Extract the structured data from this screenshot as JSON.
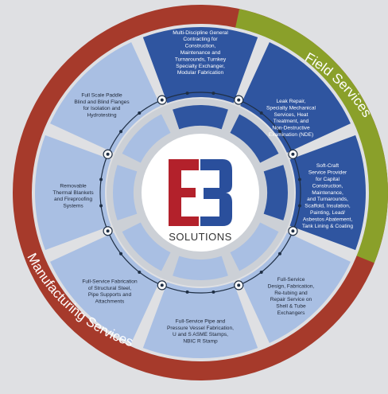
{
  "colors": {
    "background": "#dfe0e3",
    "outer_ring_red": "#a63a2b",
    "outer_ring_green": "#8aa02a",
    "panel_light": "#a9bfe3",
    "panel_dark": "#2f55a0",
    "hub_gray": "#ccd0d6",
    "logo_red": "#b3212b",
    "logo_blue": "#2a4f9c",
    "connector": "#1f2f45"
  },
  "outer_labels": {
    "field": "Field Services",
    "manufacturing": "Manufacturing Services"
  },
  "logo": {
    "wordmark": "SOLUTIONS"
  },
  "segments": [
    {
      "id": "top",
      "text": [
        "Multi-Discipline General",
        "Contracting for",
        "Construction,",
        "Maintenance and",
        "Turnarounds, Turnkey",
        "Specialty Exchanger,",
        "Modular Fabrication"
      ]
    },
    {
      "id": "upper-right",
      "text": [
        "Leak Repair,",
        "Specialty Mechanical",
        "Services, Heat",
        "Treatment, and",
        "Non-Destructive",
        "Examination (NDE)"
      ]
    },
    {
      "id": "right",
      "text": [
        "Soft-Craft",
        "Service Provider",
        "for Capital",
        "Construction,",
        "Maintenance,",
        "and Turnarounds,",
        "Scaffold, Insulation,",
        "Painting, Lead/",
        "Asbestos Abatement,",
        "Tank Lining & Coating"
      ]
    },
    {
      "id": "lower-right",
      "text": [
        "Full-Service",
        "Design, Fabrication,",
        "Re-tubing and",
        "Repair Service on",
        "Shell & Tube",
        "Exchangers"
      ]
    },
    {
      "id": "bottom",
      "text": [
        "Full-Service Pipe and",
        "Pressure Vessel Fabrication,",
        "U and S ASME Stamps,",
        "NBIC R Stamp"
      ]
    },
    {
      "id": "lower-left",
      "text": [
        "Full-Service Fabrication",
        "of Structural Steel,",
        "Pipe Supports and",
        "Attachments"
      ]
    },
    {
      "id": "left",
      "text": [
        "Removable",
        "Thermal Blankets",
        "and Fireproofing",
        "Systems"
      ]
    },
    {
      "id": "upper-left",
      "text": [
        "Full Scale Paddle",
        "Blind and Blind Flanges",
        "for Isolation and",
        "Hydrotesting"
      ]
    }
  ]
}
